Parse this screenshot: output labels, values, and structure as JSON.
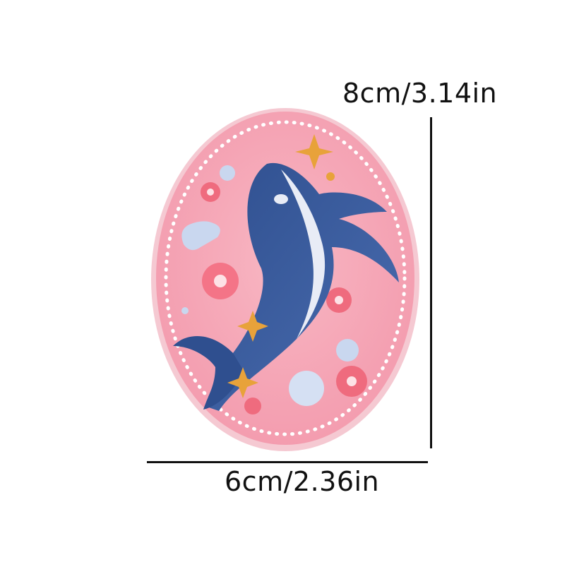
{
  "dimensions": {
    "height_label": "8cm/3.14in",
    "width_label": "6cm/2.36in"
  },
  "product": {
    "subject": "embroidered whale patch",
    "colors": {
      "background": "#f6a9b6",
      "border": "#f08b9f",
      "whale_body": "#34538f",
      "whale_belly": "#e8ecf6",
      "stars": "#e8a23a",
      "bubbles": "#c9d7ef",
      "flowers": "#ef6b7e"
    }
  }
}
